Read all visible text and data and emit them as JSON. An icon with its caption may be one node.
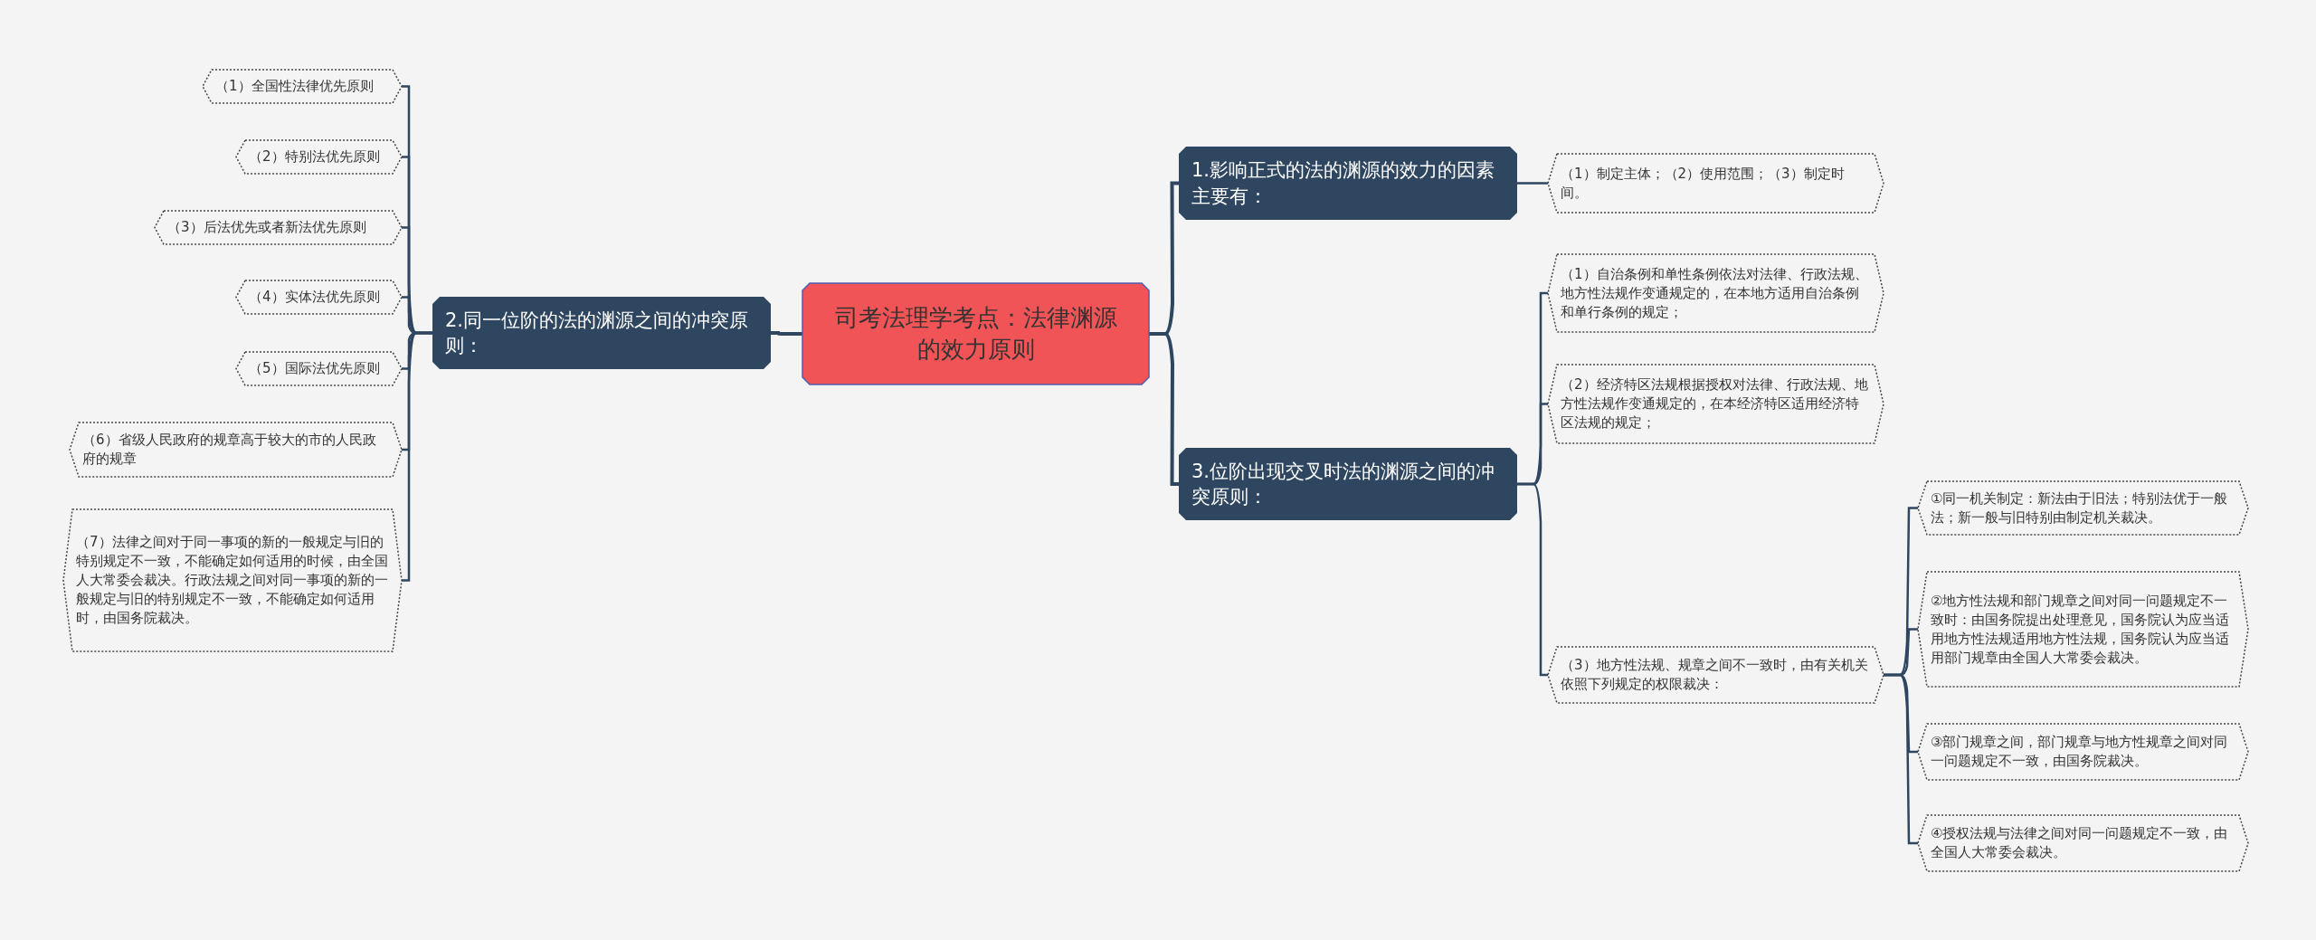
{
  "diagram": {
    "nodes": [
      {
        "text": [
          "司考法理学考点：法律渊源的效力原则"
        ]
      },
      {
        "text": [
          "1.影响正式的法的渊源的效力的因素主要有："
        ]
      },
      {
        "text": [
          "（1）制定主体；（2）使用范围；（3）制定时间。"
        ]
      },
      {
        "text": [
          "2.同一位阶的法的渊源之间的冲突原则："
        ]
      },
      {
        "text": [
          "（1）全国性法律优先原则"
        ]
      },
      {
        "text": [
          "（2）特别法优先原则"
        ]
      },
      {
        "text": [
          "（3）后法优先或者新法优先原则"
        ]
      },
      {
        "text": [
          "（4）实体法优先原则"
        ]
      },
      {
        "text": [
          "（5）国际法优先原则"
        ]
      },
      {
        "text": [
          "（6）省级人民政府的规章高于较大的市的人民政府的规章"
        ]
      },
      {
        "text": [
          "（7）法律之间对于同一事项的新的一般规定与旧的特别规定不一致，不能确定如何适用的时候，由全国人大常委会裁决。行政法规之间对同一事项的新的一般规定与旧的特别规定不一致，不能确定如何适用时，由国务院裁决。"
        ]
      },
      {
        "text": [
          "3.位阶出现交叉时法的渊源之间的冲突原则："
        ]
      },
      {
        "text": [
          "（1）自治条例和单性条例依法对法律、行政法规、地方性法规作变通规定的，在本地方适用自治条例和单行条例的规定；"
        ]
      },
      {
        "text": [
          "（2）经济特区法规根据授权对法律、行政法规、地方性法规作变通规定的，在本经济特区适用经济特区法规的规定；"
        ]
      },
      {
        "text": [
          "（3）地方性法规、规章之间不一致时，由有关机关依照下列规定的权限裁决："
        ]
      },
      {
        "text": [
          "①同一机关制定：新法由于旧法；特别法优于一般法；新一般与旧特别由制定机关裁决。"
        ]
      },
      {
        "text": [
          "②地方性法规和部门规章之间对同一问题规定不一致时：由国务院提出处理意见，国务院认为应当适用地方性法规适用地方性法规，国务院认为应当适用部门规章由全国人大常委会裁决。"
        ]
      },
      {
        "text": [
          "③部门规章之间，部门规章与地方性规章之间对同一问题规定不一致，由国务院裁决。"
        ]
      },
      {
        "text": [
          "④授权法规与法律之间对同一问题规定不一致，由全国人大常委会裁决。"
        ]
      }
    ],
    "edges": [
      {
        "from": 0,
        "to": 1,
        "arrow": "none"
      },
      {
        "from": 1,
        "to": 2,
        "arrow": "none"
      },
      {
        "from": 0,
        "to": 3,
        "arrow": "none"
      },
      {
        "from": 3,
        "to": 4,
        "arrow": "none"
      },
      {
        "from": 3,
        "to": 5,
        "arrow": "none"
      },
      {
        "from": 3,
        "to": 6,
        "arrow": "none"
      },
      {
        "from": 3,
        "to": 7,
        "arrow": "none"
      },
      {
        "from": 3,
        "to": 8,
        "arrow": "none"
      },
      {
        "from": 3,
        "to": 9,
        "arrow": "none"
      },
      {
        "from": 3,
        "to": 10,
        "arrow": "none"
      },
      {
        "from": 0,
        "to": 11,
        "arrow": "none"
      },
      {
        "from": 11,
        "to": 12,
        "arrow": "none"
      },
      {
        "from": 11,
        "to": 13,
        "arrow": "none"
      },
      {
        "from": 11,
        "to": 14,
        "arrow": "none"
      },
      {
        "from": 14,
        "to": 15,
        "arrow": "none"
      },
      {
        "from": 14,
        "to": 16,
        "arrow": "none"
      },
      {
        "from": 14,
        "to": 17,
        "arrow": "none"
      },
      {
        "from": 14,
        "to": 18,
        "arrow": "none"
      }
    ]
  }
}
